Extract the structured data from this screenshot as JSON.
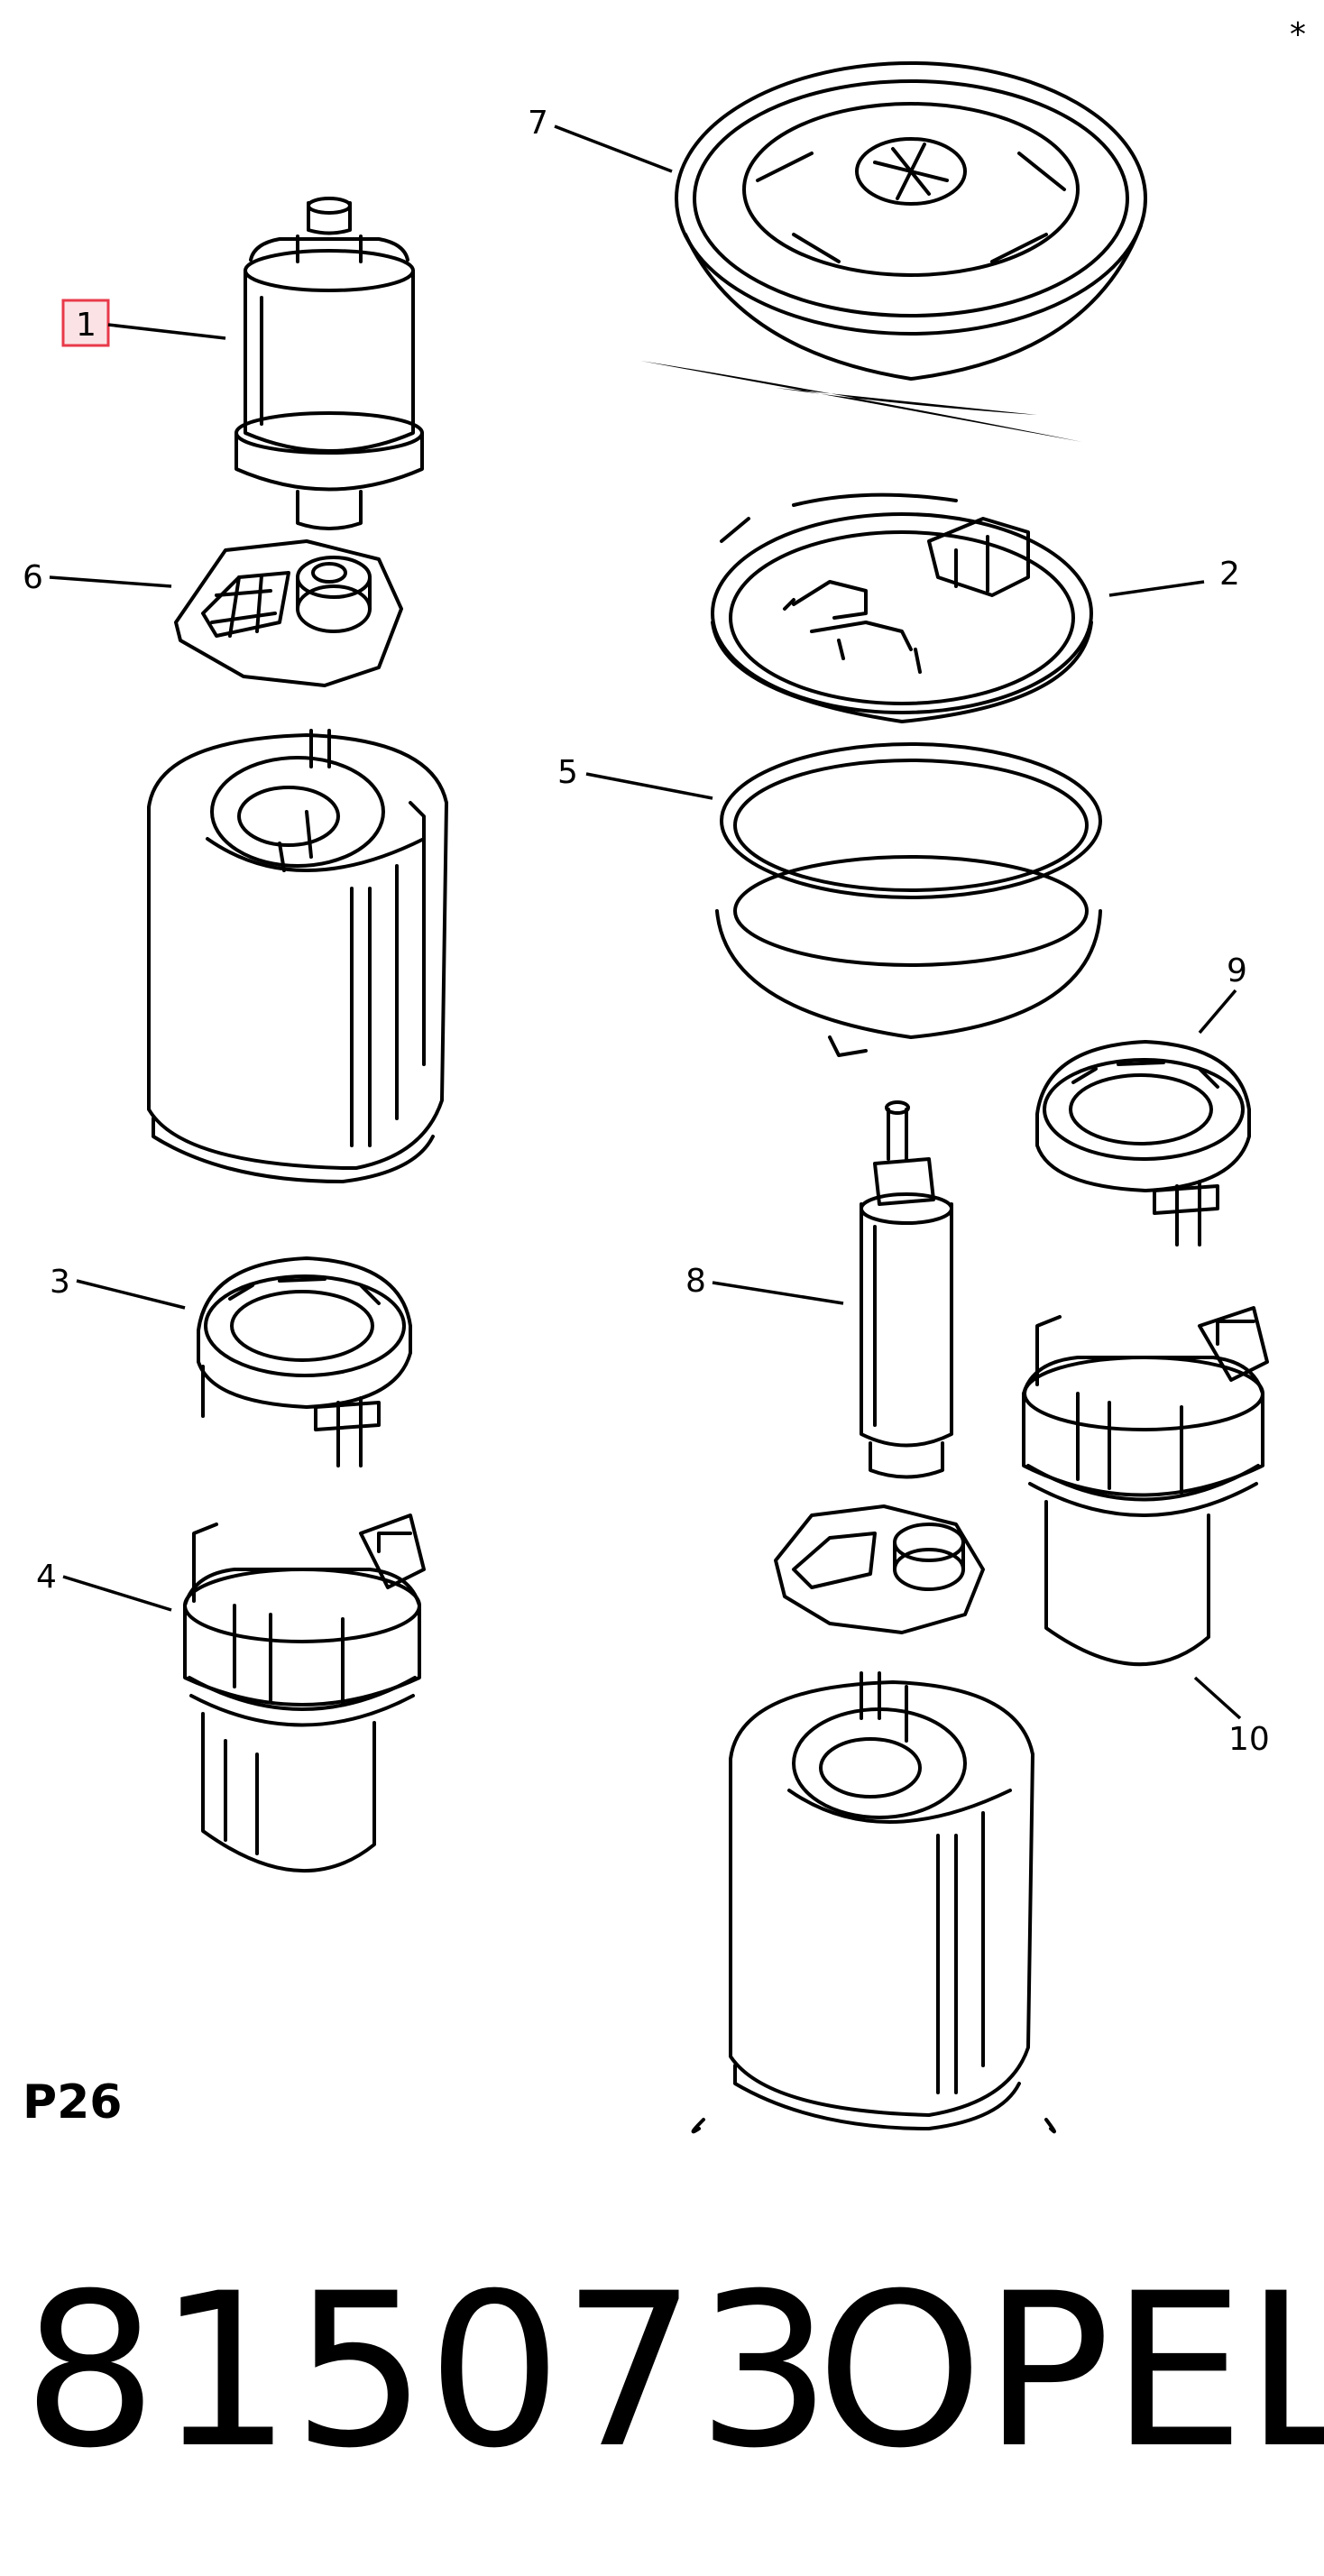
{
  "corner_mark": "*",
  "highlight_color": "#e83a4a",
  "callouts": {
    "c1": "1",
    "c2": "2",
    "c3": "3",
    "c4": "4",
    "c5": "5",
    "c6": "6",
    "c7": "7",
    "c8": "8",
    "c9": "9",
    "c10": "10"
  },
  "diagram_code": "P26",
  "part_number": "815073",
  "brand": "OPEL"
}
